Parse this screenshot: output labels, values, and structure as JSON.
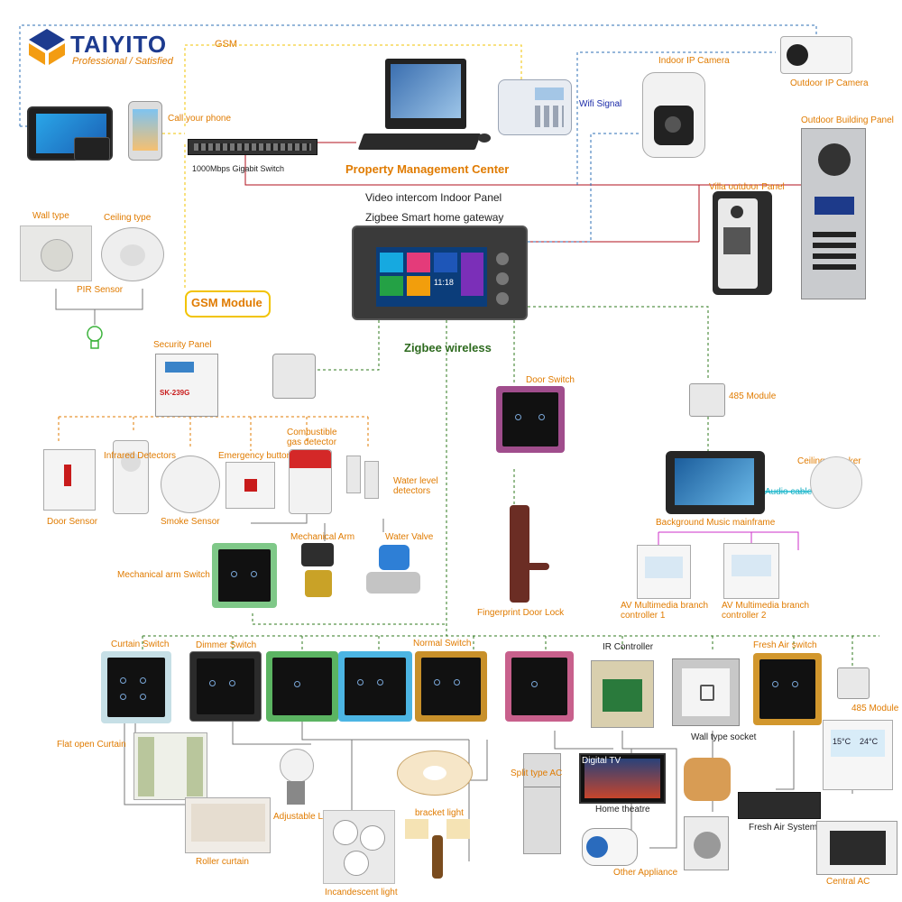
{
  "brand": {
    "name": "TAIYITO",
    "tagline": "Professional / Satisfied"
  },
  "labels": {
    "gsm_line": "GSM",
    "call_phone": "Call your phone",
    "switch_1000": "1000Mbps Gigabit Switch",
    "pmc": "Property Management Center",
    "wifi": "Wifi Signal",
    "indoor_cam": "Indoor IP Camera",
    "outdoor_cam": "Outdoor IP Camera",
    "outdoor_panel": "Outdoor Building Panel",
    "villa_panel": "Villa outdoor Panel",
    "vi_indoor": "Video intercom Indoor Panel",
    "zigbee_gateway": "Zigbee Smart home gateway",
    "zigbee_wireless": "Zigbee wireless",
    "wall_type": "Wall type",
    "ceiling_type": "Ceiling type",
    "pir": "PIR Sensor",
    "gsm_module": "GSM Module",
    "security_panel": "Security Panel",
    "infrared": "Infrared Detectors",
    "emergency": "Emergency button",
    "combustible": "Combustible gas detector",
    "water_level": "Water level detectors",
    "door_sensor": "Door Sensor",
    "smoke": "Smoke Sensor",
    "mech_arm": "Mechanical Arm",
    "water_valve": "Water Valve",
    "mech_switch": "Mechanical arm Switch",
    "door_switch": "Door Switch",
    "fingerprint": "Fingerprint Door Lock",
    "m485_top": "485 Module",
    "ceiling_speaker": "Ceiling Speaker",
    "audio_cable": "Audio cable",
    "bg_music": "Background Music mainframe",
    "av1": "AV Multimedia branch controller 1",
    "av2": "AV Multimedia branch controller 2",
    "curtain_switch": "Curtain Switch",
    "dimmer_switch": "Dimmer Switch",
    "normal_switch": "Normal Switch",
    "ir_controller": "IR Controller",
    "fresh_air_switch": "Fresh Air switch",
    "m485_bottom": "485 Module",
    "flat_curtain": "Flat open Curtain",
    "wall_socket": "Wall type socket",
    "led_lights": "Adjustable LED lights",
    "split_ac": "Split type AC",
    "digital_tv": "Digital TV",
    "home_theatre": "Home theatre",
    "fresh_air_system": "Fresh Air System",
    "bracket_light": "bracket light",
    "roller": "Roller curtain",
    "incandescent": "Incandescent light",
    "other_appliance": "Other Appliance",
    "central_ac": "Central  AC"
  },
  "screens": {
    "thermo_temp": "15°C",
    "thermo_set": "24°C",
    "panel_time": "11:18",
    "security_brand": "SK-239G"
  },
  "colors": {
    "orange": "#e07b00",
    "green_dash": "#2f7a1d",
    "red_wire": "#b0101c",
    "blue_dash": "#2d6fb5",
    "magenta": "#cc2fc9",
    "cyan": "#25c0d6"
  }
}
